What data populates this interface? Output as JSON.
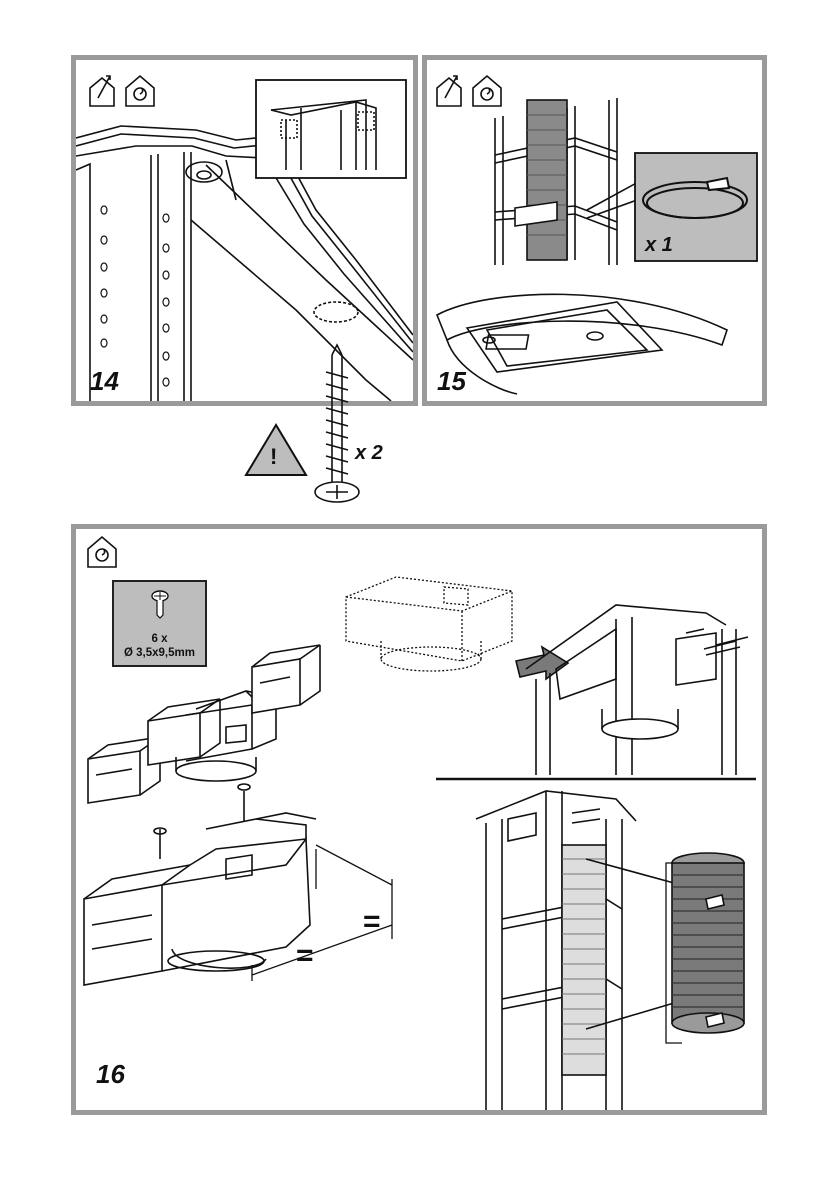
{
  "steps": {
    "s14": {
      "number": "14"
    },
    "s15": {
      "number": "15",
      "clamp_qty": "x 1"
    },
    "s16": {
      "number": "16",
      "screw_qty_line": "6 x",
      "screw_size_line": "Ø 3,5x9,5mm",
      "equal_left": "=",
      "equal_right": "="
    }
  },
  "warning": {
    "qty": "x 2",
    "symbol": "!"
  },
  "icons": {
    "s14": [
      "install-extraction-icon",
      "install-recirculation-icon"
    ],
    "s15": [
      "install-extraction-icon",
      "install-recirculation-icon"
    ],
    "s16": [
      "install-recirculation-icon"
    ]
  },
  "colors": {
    "frame": "#9a9a9a",
    "line": "#111111",
    "grey_fill": "#bdbdbd",
    "duct": "#7a7a7a"
  }
}
